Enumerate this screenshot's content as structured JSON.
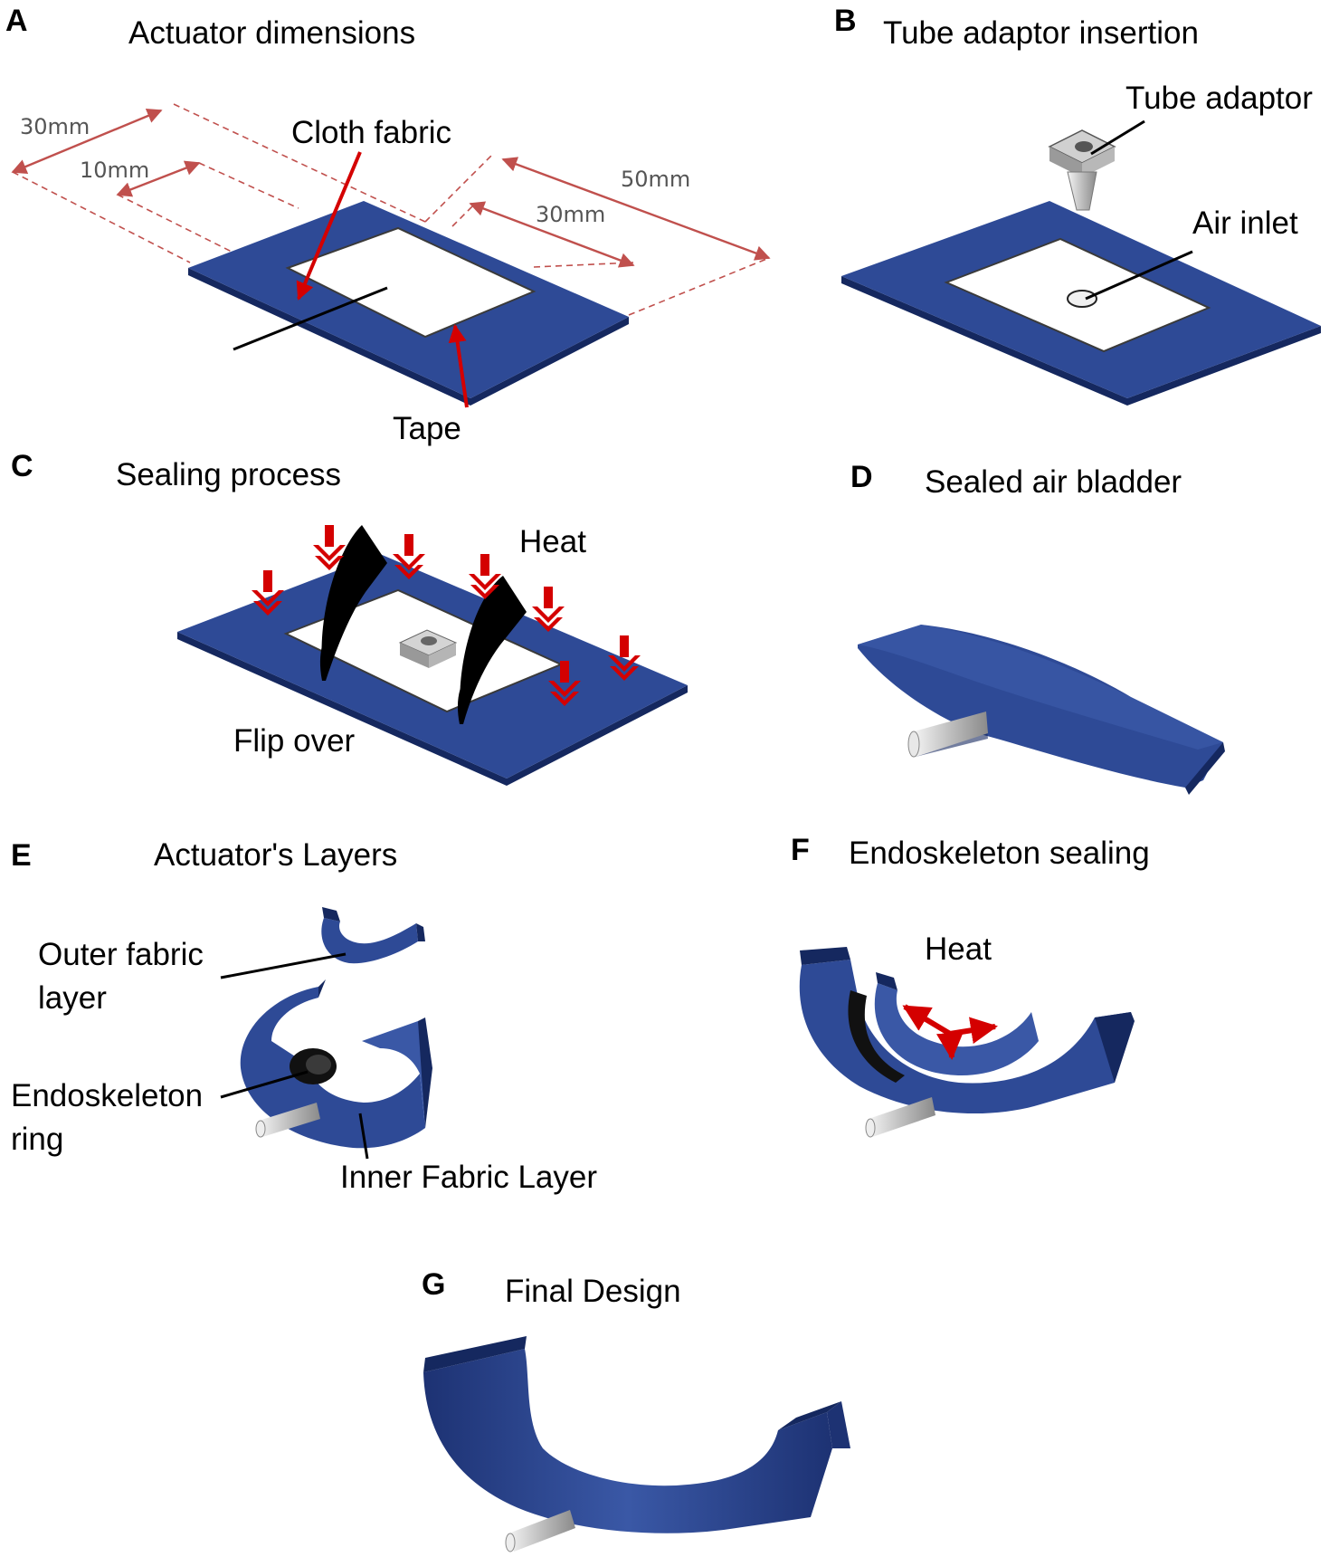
{
  "figure": {
    "panels": [
      {
        "letter": "A",
        "title": "Actuator dimensions"
      },
      {
        "letter": "B",
        "title": "Tube  adaptor insertion"
      },
      {
        "letter": "C",
        "title": "Sealing process"
      },
      {
        "letter": "D",
        "title": "Sealed  air bladder"
      },
      {
        "letter": "E",
        "title": "Actuator's Layers"
      },
      {
        "letter": "F",
        "title": "Endoskeleton sealing"
      },
      {
        "letter": "G",
        "title": "Final Design"
      }
    ],
    "panel_a": {
      "dimensions": [
        "30mm",
        "10mm",
        "50mm",
        "30mm"
      ],
      "labels": {
        "cloth_fabric": "Cloth fabric",
        "tape": "Tape"
      }
    },
    "panel_b": {
      "labels": {
        "tube_adaptor": "Tube adaptor",
        "air_inlet": "Air inlet"
      }
    },
    "panel_c": {
      "labels": {
        "heat": "Heat",
        "flip_over": "Flip over"
      }
    },
    "panel_e": {
      "labels": {
        "outer_line1": "Outer fabric",
        "outer_line2": "layer",
        "endo_line1": "Endoskeleton",
        "endo_line2": "ring",
        "inner": "Inner Fabric Layer"
      }
    },
    "panel_f": {
      "labels": {
        "heat": "Heat"
      }
    },
    "colors": {
      "fabric_blue": "#2e4a96",
      "fabric_edge": "#15285f",
      "arrow_red": "#d40000",
      "dimension_red": "#c0504d"
    }
  }
}
